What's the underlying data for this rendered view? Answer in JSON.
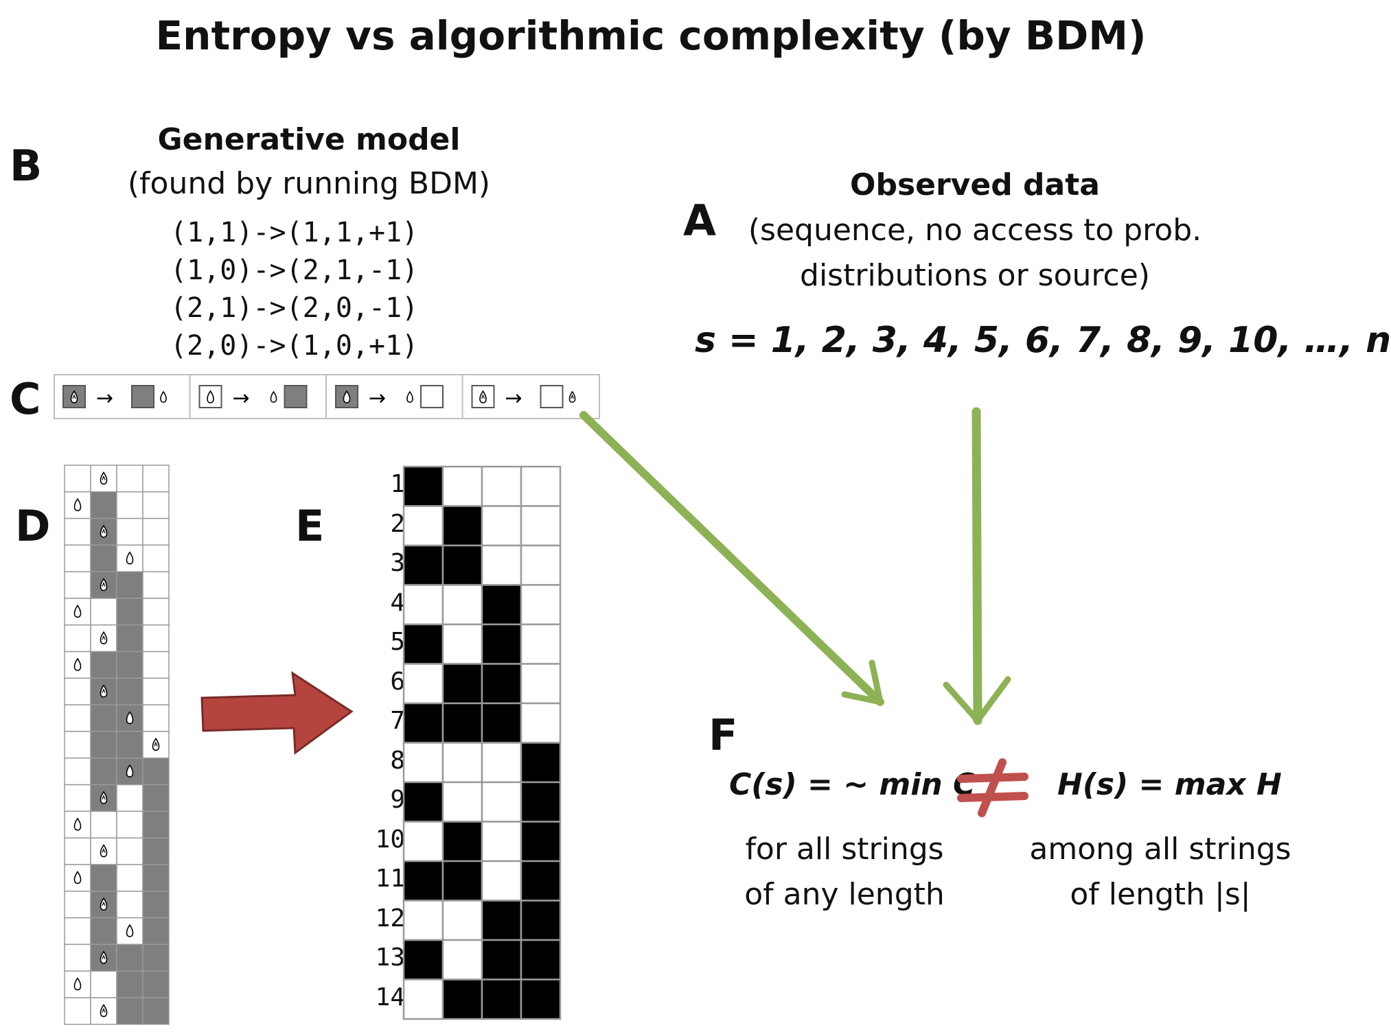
{
  "title": "Entropy vs algorithmic complexity (by BDM)",
  "panels": {
    "a_letter": "A",
    "b_letter": "B",
    "c_letter": "C",
    "d_letter": "D",
    "e_letter": "E",
    "f_letter": "F"
  },
  "generative_model": {
    "heading": "Generative model",
    "subheading": "(found by running BDM)",
    "rules": [
      "(1,1)->(1,1,+1)",
      "(1,0)->(2,1,-1)",
      "(2,1)->(2,0,-1)",
      "(2,0)->(1,0,+1)"
    ]
  },
  "observed_data": {
    "heading": "Observed data",
    "subheading_line1": "(sequence, no access to prob.",
    "subheading_line2": "distributions or source)",
    "sequence": "s = 1, 2, 3, 4, 5, 6, 7, 8, 9, 10, …, n"
  },
  "rule_icons": {
    "arrow_glyph": "→",
    "rules": [
      {
        "from_fill": "gray",
        "from_state": "dark",
        "to_fill": "gray",
        "head_move": "right",
        "to_state": "light"
      },
      {
        "from_fill": "white",
        "from_state": "light",
        "to_fill": "gray",
        "head_move": "left",
        "to_state": "light"
      },
      {
        "from_fill": "gray",
        "from_state": "light",
        "to_fill": "white",
        "head_move": "left",
        "to_state": "light"
      },
      {
        "from_fill": "white",
        "from_state": "dark",
        "to_fill": "white",
        "head_move": "right",
        "to_state": "dark"
      }
    ]
  },
  "evolution": {
    "cols": 4,
    "rows": [
      {
        "cells": [
          0,
          0,
          0,
          0
        ],
        "head": 1
      },
      {
        "cells": [
          0,
          1,
          0,
          0
        ],
        "head": 0
      },
      {
        "cells": [
          0,
          1,
          0,
          0
        ],
        "head": 1
      },
      {
        "cells": [
          0,
          1,
          0,
          0
        ],
        "head": 2
      },
      {
        "cells": [
          0,
          1,
          1,
          0
        ],
        "head": 1
      },
      {
        "cells": [
          0,
          0,
          1,
          0
        ],
        "head": 0
      },
      {
        "cells": [
          0,
          0,
          1,
          0
        ],
        "head": 1
      },
      {
        "cells": [
          0,
          1,
          1,
          0
        ],
        "head": 0
      },
      {
        "cells": [
          0,
          1,
          1,
          0
        ],
        "head": 1
      },
      {
        "cells": [
          0,
          1,
          1,
          0
        ],
        "head": 2
      },
      {
        "cells": [
          0,
          1,
          1,
          0
        ],
        "head": 3
      },
      {
        "cells": [
          0,
          1,
          1,
          1
        ],
        "head": 2
      },
      {
        "cells": [
          0,
          1,
          0,
          1
        ],
        "head": 1
      },
      {
        "cells": [
          0,
          0,
          0,
          1
        ],
        "head": 0
      },
      {
        "cells": [
          0,
          0,
          0,
          1
        ],
        "head": 1
      },
      {
        "cells": [
          0,
          1,
          0,
          1
        ],
        "head": 0
      },
      {
        "cells": [
          0,
          1,
          0,
          1
        ],
        "head": 1
      },
      {
        "cells": [
          0,
          1,
          0,
          1
        ],
        "head": 2
      },
      {
        "cells": [
          0,
          1,
          1,
          1
        ],
        "head": 1
      },
      {
        "cells": [
          0,
          0,
          1,
          1
        ],
        "head": 0
      },
      {
        "cells": [
          0,
          0,
          1,
          1
        ],
        "head": 1
      }
    ]
  },
  "binary_table": {
    "row_labels": [
      "1",
      "2",
      "3",
      "4",
      "5",
      "6",
      "7",
      "8",
      "9",
      "10",
      "11",
      "12",
      "13",
      "14"
    ],
    "rows": [
      [
        1,
        0,
        0,
        0
      ],
      [
        0,
        1,
        0,
        0
      ],
      [
        1,
        1,
        0,
        0
      ],
      [
        0,
        0,
        1,
        0
      ],
      [
        1,
        0,
        1,
        0
      ],
      [
        0,
        1,
        1,
        0
      ],
      [
        1,
        1,
        1,
        0
      ],
      [
        0,
        0,
        0,
        1
      ],
      [
        1,
        0,
        0,
        1
      ],
      [
        0,
        1,
        0,
        1
      ],
      [
        1,
        1,
        0,
        1
      ],
      [
        0,
        0,
        1,
        1
      ],
      [
        1,
        0,
        1,
        1
      ],
      [
        0,
        1,
        1,
        1
      ]
    ]
  },
  "comparison": {
    "left_formula": "C(s) = ~ min C",
    "right_formula": "H(s) = max H",
    "left_desc_line1": "for all strings",
    "left_desc_line2": "of any length",
    "right_desc_line1": "among all strings",
    "right_desc_line2": "of length |s|",
    "not_equal_glyph": "≠"
  },
  "colors": {
    "green_arrow": "#8db255",
    "red_arrow": "#b5443f",
    "gray_cell": "#7f7f7f",
    "black_cell": "#000000",
    "grid_line": "#9a9a9a",
    "red_sign": "#c0504d"
  }
}
